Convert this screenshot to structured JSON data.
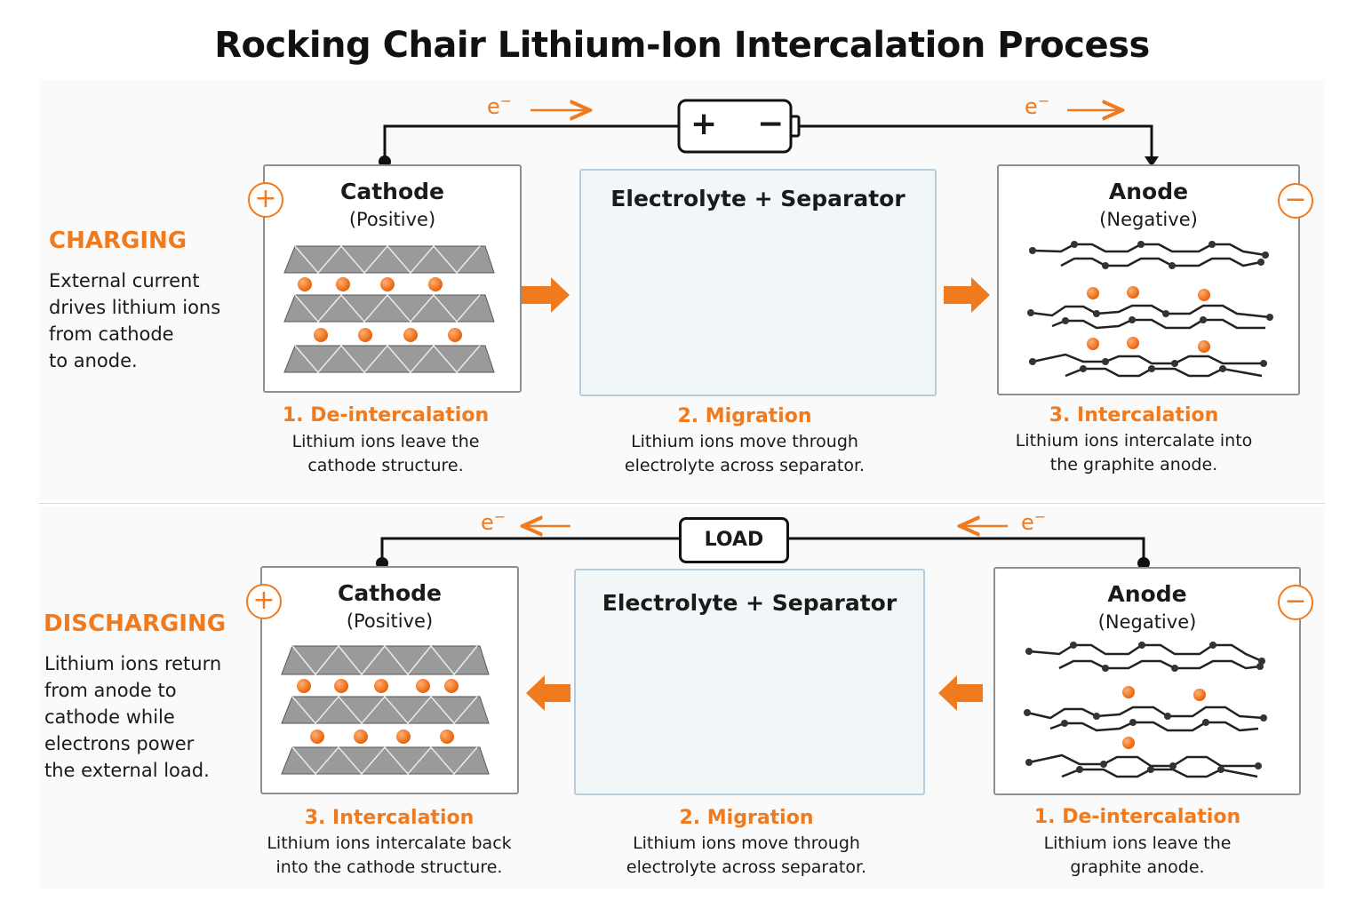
{
  "title": "Rocking Chair Lithium-Ion Intercalation Process",
  "colors": {
    "accent": "#f07a1e",
    "wire": "#111111",
    "panel_border": "#8f8f8f",
    "electrolyte_bg": "#f1f6f9"
  },
  "icons": {
    "positive": "plus-circle-icon",
    "negative": "minus-circle-icon",
    "battery": "battery-icon"
  },
  "electron_symbol": "e",
  "electron_charge": "−",
  "charging": {
    "label": "CHARGING",
    "description": "External current\ndrives lithium ions\nfrom cathode\nto anode.",
    "battery": {
      "plus": "+",
      "minus": "−"
    },
    "cathode": {
      "title": "Cathode",
      "sub": "(Positive)",
      "pole": "+"
    },
    "electrolyte": {
      "title": "Electrolyte + Separator"
    },
    "anode": {
      "title": "Anode",
      "sub": "(Negative)",
      "pole": "−"
    },
    "steps": [
      {
        "title": "1. De-intercalation",
        "desc": "Lithium ions leave the\ncathode structure."
      },
      {
        "title": "2. Migration",
        "desc": "Lithium ions move through\nelectrolyte across separator."
      },
      {
        "title": "3. Intercalation",
        "desc": "Lithium ions intercalate into\nthe graphite anode."
      }
    ]
  },
  "discharging": {
    "label": "DISCHARGING",
    "description": "Lithium ions return\nfrom anode to\ncathode while\nelectrons power\nthe external load.",
    "load": "LOAD",
    "cathode": {
      "title": "Cathode",
      "sub": "(Positive)",
      "pole": "+"
    },
    "electrolyte": {
      "title": "Electrolyte + Separator"
    },
    "anode": {
      "title": "Anode",
      "sub": "(Negative)",
      "pole": "−"
    },
    "steps": [
      {
        "title": "3. Intercalation",
        "desc": "Lithium ions intercalate back\ninto the cathode structure."
      },
      {
        "title": "2. Migration",
        "desc": "Lithium ions move through\nelectrolyte across separator."
      },
      {
        "title": "1. De-intercalation",
        "desc": "Lithium ions leave the\ngraphite anode."
      }
    ]
  }
}
